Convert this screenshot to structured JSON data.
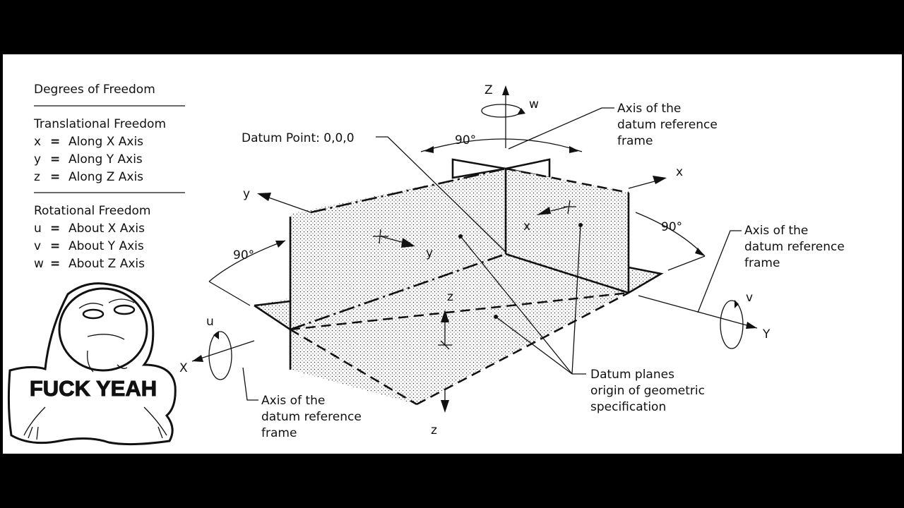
{
  "legend": {
    "title": "Degrees of Freedom",
    "translational_title": "Translational Freedom",
    "translational": [
      {
        "sym": "x",
        "eq": "=",
        "desc": "Along X Axis"
      },
      {
        "sym": "y",
        "eq": "=",
        "desc": "Along Y Axis"
      },
      {
        "sym": "z",
        "eq": "=",
        "desc": "Along Z Axis"
      }
    ],
    "rotational_title": "Rotational Freedom",
    "rotational": [
      {
        "sym": "u",
        "eq": "=",
        "desc": "About X Axis"
      },
      {
        "sym": "v",
        "eq": "=",
        "desc": "About Y Axis"
      },
      {
        "sym": "w",
        "eq": "=",
        "desc": "About Z Axis"
      }
    ]
  },
  "meme": {
    "caption": "FUCK YEAH"
  },
  "labels": {
    "datum_point": "Datum  Point: 0,0,0",
    "axis_top": [
      "Axis  of  the",
      "datum  reference",
      "frame"
    ],
    "axis_right": [
      "Axis  of  the",
      "datum  reference",
      "frame"
    ],
    "axis_bottom": [
      "Axis  of  the",
      "datum  reference",
      "frame"
    ],
    "datum_planes": [
      "Datum  planes",
      "origin  of  geometric",
      "specification"
    ],
    "angle_top": "90°",
    "angle_left": "90°",
    "angle_right": "90°",
    "axis_X": "X",
    "axis_Y": "Y",
    "axis_Z": "Z",
    "rot_u": "u",
    "rot_v": "v",
    "rot_w": "w",
    "dir_x_top": "x",
    "dir_y_top": "y",
    "dir_x_mid": "x",
    "dir_y_mid": "y",
    "dir_z_mid": "z",
    "dir_z_bottom": "z"
  }
}
